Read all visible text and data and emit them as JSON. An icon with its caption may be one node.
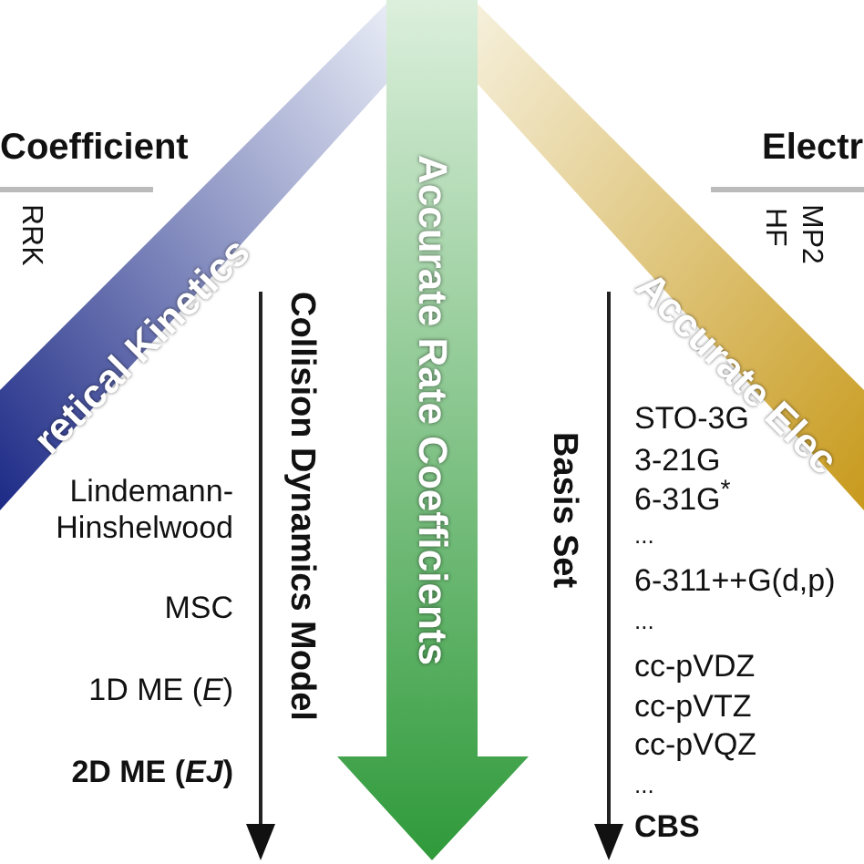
{
  "diagram": {
    "nodes": [
      {
        "text": [
          "retical Kinetics"
        ]
      },
      {
        "text": [
          "Accurate Rate Coefficients"
        ]
      },
      {
        "text": [
          "Accurate Elec"
        ]
      }
    ],
    "labels": [
      "Coefficient",
      "Electr",
      "RRK",
      "HF",
      "MP2",
      "Collision Dynamics Model",
      "Lindemann-Hinshelwood",
      "MSC",
      "1D ME (*E*)",
      "2D ME (*EJ*)",
      "Basis Set",
      "STO-3G",
      "3-21G",
      "6-31G$^{*}$",
      "...",
      "6-311++G(d,p)",
      "...",
      "cc-pVDZ",
      "cc-pVTZ",
      "cc-pVQZ",
      "...",
      "CBS"
    ]
  }
}
